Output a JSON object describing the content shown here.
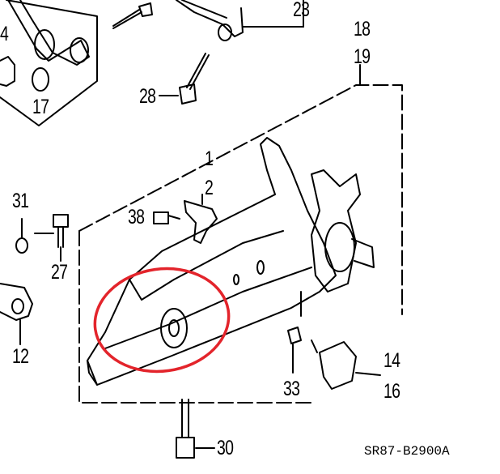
{
  "diagram": {
    "callouts": [
      "23",
      "18",
      "19",
      "4",
      "17",
      "28",
      "1",
      "2",
      "38",
      "31",
      "27",
      "12",
      "14",
      "16",
      "33",
      "30"
    ],
    "drawing_code": "SR87-B2900A",
    "highlight_color": "#e3242b",
    "line_color": "#000000"
  }
}
